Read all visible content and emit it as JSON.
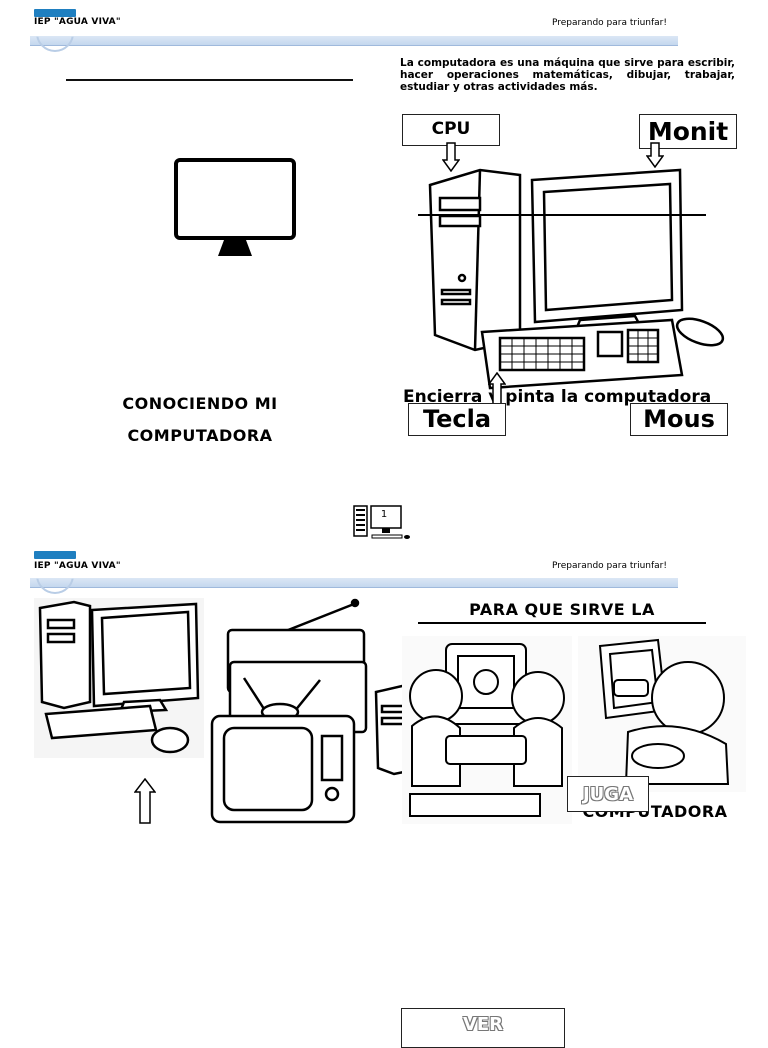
{
  "header": {
    "school": "IEP \"AGUA VIVA\"",
    "motto": "Preparando para triunfar!"
  },
  "page1": {
    "intro": "La computadora es una máquina que sirve para escribir, hacer operaciones matemáticas, dibujar, trabajar, estudiar y otras actividades más.",
    "label_cpu": "CPU",
    "label_monitor": "Monit",
    "label_keyboard": "Tecla",
    "label_mouse": "Mous",
    "instruction": "Encierra y pinta la computadora",
    "title_line1": "CONOCIENDO MI",
    "title_line2": "COMPUTADORA",
    "page_number": "1"
  },
  "page2": {
    "title_top": "PARA QUE SIRVE LA",
    "title_bottom": "COMPUTADORA",
    "label_play": "JUGA",
    "label_watch": "VER"
  }
}
